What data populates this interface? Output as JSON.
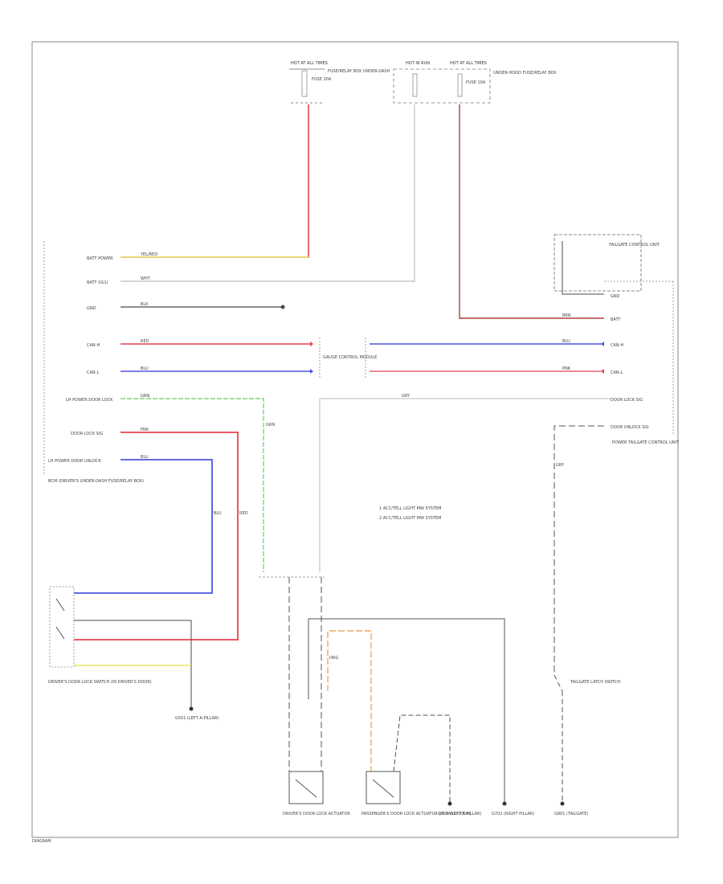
{
  "footer": {
    "code": "DIAGRAM"
  },
  "legend": {
    "line1": "1   ACC/TELL LIGHT MW SYSTEM",
    "line2": "2   ACC/TELL LIGHT MW SYSTEM"
  },
  "top_sources": {
    "left_name": "HOT AT ALL TIMES",
    "left_fuse": "FUSE 20A",
    "left_desc": "FUSE/RELAY BOX UNDER-DASH",
    "mid_name": "HOT IN RUN",
    "right_name": "HOT AT ALL TIMES",
    "right_fuse": "FUSE 10A",
    "right_desc": "UNDER-HOOD FUSE/RELAY BOX"
  },
  "left_module": {
    "label1": "BATT POWER",
    "label2": "BATT (IG1)",
    "label3": "GND",
    "label4": "CAN-H",
    "label5": "CAN-L",
    "label6": "LH POWER DOOR LOCK",
    "label7": "DOOR LOCK SIG",
    "label8": "LH POWER DOOR UNLOCK",
    "name": "BCM (DRIVER'S UNDER-DASH FUSE/RELAY BOX)"
  },
  "gateway": {
    "name": "GAUGE CONTROL MODULE"
  },
  "right_module": {
    "name": "TAILGATE CONTROL UNIT",
    "pin_gnd": "GND",
    "pin_batt": "BATT",
    "pin_canh": "CAN-H",
    "pin_canl": "CAN-L",
    "pin_lock": "DOOR LOCK SIG",
    "pin_unlock": "DOOR UNLOCK SIG",
    "side_label": "POWER TAILGATE CONTROL UNIT"
  },
  "wires": {
    "yel": "YEL/RED",
    "wht": "WHT",
    "blk": "BLK",
    "red": "RED",
    "blu": "BLU",
    "grn": "GRN",
    "pnk": "PNK",
    "org": "ORG",
    "gry": "GRY",
    "brn": "BRN"
  },
  "bottom_components": {
    "left_switch": "DRIVER'S DOOR LOCK SWITCH (IN DRIVER'S DOOR)",
    "left_ground": "G501 (LEFT A-PILLAR)",
    "mid_switch1": "DRIVER'S DOOR LOCK ACTUATOR",
    "mid_switch2": "PASSENGER'S DOOR LOCK ACTUATOR (IN PASS DOOR)",
    "g1": "G701 (LEFT A-PILLAR)",
    "g2": "G702 (RIGHT PILLAR)",
    "right_switch": "TAILGATE LATCH SWITCH",
    "g3": "G801 (TAILGATE)"
  },
  "colors": {
    "red": "#e8434e",
    "blue": "#4f55e0",
    "green": "#7fd37a",
    "yellow": "#e6e66a",
    "orange": "#f2a863",
    "gray": "#c9c9c9",
    "dark": "#4a4a4a",
    "darkred": "#b23c3c"
  }
}
